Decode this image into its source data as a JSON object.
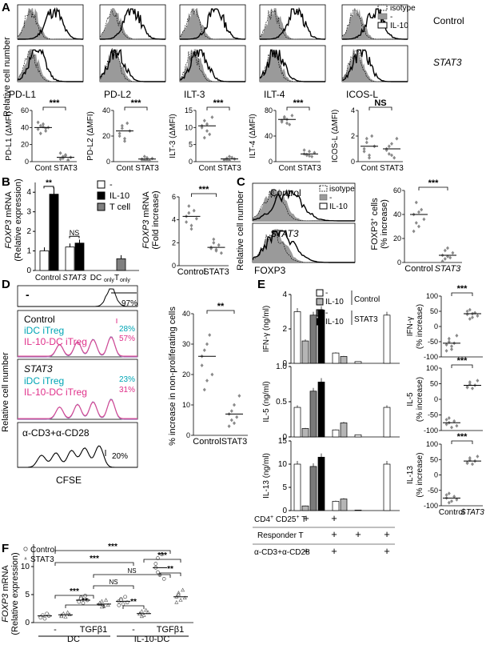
{
  "panels": {
    "A": {
      "letter": "A",
      "markers": [
        "PD-L1",
        "PD-L2",
        "ILT-3",
        "ILT-4",
        "ICOS-L"
      ],
      "y_axis": "Relative cell number",
      "row_labels": [
        "Control",
        "STAT3"
      ],
      "legend": [
        "isotype",
        "-",
        "IL-10"
      ],
      "scatter_ylabels": [
        "PD-L1 (ΔMFI)",
        "PD-L2 (ΔMFI)",
        "ILT-3 (ΔMFI)",
        "ILT-4 (ΔMFI)",
        "ICOS-L (ΔMFI)"
      ],
      "scatter_yticks": [
        [
          "0",
          "20",
          "40",
          "60"
        ],
        [
          "0",
          "20",
          "40"
        ],
        [
          "0",
          "5",
          "10",
          "15"
        ],
        [
          "0",
          "40",
          "80"
        ],
        [
          "0",
          "2",
          "4"
        ]
      ],
      "groups": [
        "Cont",
        "STAT3"
      ],
      "significance": [
        "***",
        "***",
        "***",
        "***",
        "NS"
      ]
    },
    "B": {
      "letter": "B",
      "bar_ylabel_gene": "FOXP3",
      "bar_ylabel_rest": "mRNA",
      "bar_ylabel2": "(Relative expression)",
      "bar_yticks": [
        "0",
        "1",
        "2",
        "3",
        "4"
      ],
      "legend": [
        "-",
        "IL-10",
        "T cell"
      ],
      "categories": [
        "Control",
        "STAT3",
        "DC",
        "only",
        "T",
        "only"
      ],
      "bar_significance": [
        "**",
        "NS"
      ],
      "dot_ylabel_gene": "FOXP3",
      "dot_ylabel_rest": "mRNA",
      "dot_ylabel2": "(Fold increase)",
      "dot_yticks": [
        "0",
        "2",
        "4",
        "6"
      ],
      "dot_groups": [
        "Control",
        "STAT3"
      ],
      "dot_significance": "***"
    },
    "C": {
      "letter": "C",
      "row_labels": [
        "Control",
        "STAT3"
      ],
      "legend": [
        "isotype",
        "-",
        "IL-10"
      ],
      "y_axis": "Relative cell number",
      "x_axis": "FOXP3",
      "dot_ylabel1": "FOXP3",
      "dot_ylabel1_sup": "+",
      "dot_ylabel1_tail": "cells",
      "dot_ylabel2": "(% increase)",
      "dot_yticks": [
        "0",
        "20",
        "40",
        "60"
      ],
      "dot_groups": [
        "Control",
        "STAT3"
      ],
      "dot_significance": "***"
    },
    "D": {
      "letter": "D",
      "rows": [
        "-",
        "Control",
        "STAT3",
        "α-CD3+α-CD28"
      ],
      "legend_a": "iDC iTreg",
      "legend_b": "IL-10-DC iTreg",
      "percents": [
        "97%",
        "28%",
        "57%",
        "23%",
        "31%",
        "20%"
      ],
      "y_axis": "Relative cell number",
      "x_axis": "CFSE",
      "dot_ylabel": "% increase in non-proliferating cells",
      "dot_yticks": [
        "0",
        "10",
        "20",
        "30",
        "40"
      ],
      "dot_groups": [
        "Control",
        "STAT3"
      ],
      "dot_significance": "**"
    },
    "E": {
      "letter": "E",
      "legend": [
        "-",
        "IL-10",
        "-",
        "IL-10"
      ],
      "legend_groups": [
        "Control",
        "STAT3"
      ],
      "cytokines": [
        "IFN-γ (ng/ml)",
        "IL-5 (ng/ml)",
        "IL-13 (ng/ml)"
      ],
      "yticks": [
        [
          "0",
          "2",
          "4"
        ],
        [
          "0",
          "0.5",
          "1.0"
        ],
        [
          "0",
          "5",
          "10",
          "15"
        ]
      ],
      "dot_ylabels": [
        "IFN-γ",
        "IL-5",
        "IL-13"
      ],
      "dot_ylabel2": "(% increase)",
      "dot_yticks": [
        "-100",
        "-50",
        "0",
        "50",
        "100"
      ],
      "dot_groups": [
        "Control",
        "STAT3"
      ],
      "dot_significance": [
        "***",
        "***",
        "***"
      ],
      "table_rows": [
        "CD4+ CD25+ T",
        "Responder T",
        "α-CD3+α-CD28"
      ],
      "table_row1_main": "CD4",
      "table_row1_sup": "+",
      "table_row1_rest": "CD25",
      "table_row1_sup2": "+",
      "table_row1_tail": "T",
      "plus": "+"
    },
    "F": {
      "letter": "F",
      "legend": [
        "Control",
        "STAT3"
      ],
      "ylabel_gene": "FOXP3",
      "ylabel_rest": "mRNA",
      "ylabel2": "(Relative expression)",
      "yticks": [
        "0",
        "5",
        "10"
      ],
      "x_labels": [
        "-",
        "TGFβ1",
        "-",
        "TGFβ1"
      ],
      "group_labels": [
        "DC",
        "IL-10-DC"
      ],
      "significance": [
        "***",
        "***",
        "***",
        "NS",
        "NS",
        "***",
        "**",
        "**",
        "**"
      ]
    }
  },
  "chart_data": [
    {
      "type": "scatter",
      "panel": "A",
      "ylabel": "PD-L1 (ΔMFI)",
      "categories": [
        "Cont",
        "STAT3"
      ],
      "ylim": [
        0,
        60
      ],
      "series": [
        {
          "name": "Cont",
          "values": [
            38,
            42,
            44,
            36,
            40,
            46,
            33,
            41,
            39
          ]
        },
        {
          "name": "STAT3",
          "values": [
            3,
            6,
            8,
            2,
            5,
            10,
            4,
            7,
            1
          ]
        }
      ]
    },
    {
      "type": "scatter",
      "panel": "A",
      "ylabel": "PD-L2 (ΔMFI)",
      "categories": [
        "Cont",
        "STAT3"
      ],
      "ylim": [
        0,
        40
      ],
      "series": [
        {
          "name": "Cont",
          "values": [
            22,
            26,
            18,
            30,
            24,
            20,
            28,
            16
          ]
        },
        {
          "name": "STAT3",
          "values": [
            2,
            1,
            3,
            0.5,
            2.5,
            1.5,
            4,
            1
          ]
        }
      ]
    },
    {
      "type": "scatter",
      "panel": "A",
      "ylabel": "ILT-3 (ΔMFI)",
      "categories": [
        "Cont",
        "STAT3"
      ],
      "ylim": [
        0,
        15
      ],
      "series": [
        {
          "name": "Cont",
          "values": [
            10,
            12,
            9,
            8,
            13,
            10.5,
            7,
            11
          ]
        },
        {
          "name": "STAT3",
          "values": [
            0.5,
            1,
            0.3,
            1.2,
            0.8,
            0.2,
            0.6,
            1.5
          ]
        }
      ]
    },
    {
      "type": "scatter",
      "panel": "A",
      "ylabel": "ILT-4 (ΔMFI)",
      "categories": [
        "Cont",
        "STAT3"
      ],
      "ylim": [
        0,
        80
      ],
      "series": [
        {
          "name": "Cont",
          "values": [
            62,
            70,
            66,
            58,
            72,
            64,
            68,
            60
          ]
        },
        {
          "name": "STAT3",
          "values": [
            12,
            10,
            16,
            8,
            14,
            18,
            11,
            9
          ]
        }
      ]
    },
    {
      "type": "scatter",
      "panel": "A",
      "ylabel": "ICOS-L (ΔMFI)",
      "categories": [
        "Cont",
        "STAT3"
      ],
      "ylim": [
        0,
        4
      ],
      "series": [
        {
          "name": "Cont",
          "values": [
            1,
            1.5,
            0.5,
            2,
            1.2,
            0.8,
            1.8,
            0.3
          ]
        },
        {
          "name": "STAT3",
          "values": [
            1,
            0.6,
            1.4,
            0.3,
            1.8,
            0.9,
            1.2,
            0.5
          ]
        }
      ]
    },
    {
      "type": "bar",
      "panel": "B",
      "ylim": [
        0,
        4.5
      ],
      "categories": [
        "Control",
        "STAT3",
        "DC only",
        "T only"
      ],
      "series": [
        {
          "name": "-",
          "values": [
            1.0,
            1.2,
            0,
            0
          ]
        },
        {
          "name": "IL-10",
          "values": [
            3.9,
            1.4,
            0,
            0
          ]
        },
        {
          "name": "T cell",
          "values": [
            0,
            0,
            0,
            0.6
          ]
        }
      ]
    },
    {
      "type": "scatter",
      "panel": "B",
      "categories": [
        "Control",
        "STAT3"
      ],
      "ylim": [
        0,
        6
      ],
      "series": [
        {
          "name": "Control",
          "values": [
            4.3,
            5.2,
            3.5,
            4.8,
            4.1,
            3.8,
            4.6,
            3.2
          ]
        },
        {
          "name": "STAT3",
          "values": [
            1.6,
            2.0,
            1.3,
            1.8,
            1.1,
            1.5,
            2.3,
            1.4
          ]
        }
      ]
    },
    {
      "type": "scatter",
      "panel": "C",
      "categories": [
        "Control",
        "STAT3"
      ],
      "ylim": [
        0,
        60
      ],
      "series": [
        {
          "name": "Control",
          "values": [
            40,
            50,
            30,
            44,
            36,
            26,
            33,
            42
          ]
        },
        {
          "name": "STAT3",
          "values": [
            6,
            3,
            12,
            4,
            8,
            1,
            10,
            5
          ]
        }
      ]
    },
    {
      "type": "scatter",
      "panel": "D",
      "categories": [
        "Control",
        "STAT3"
      ],
      "ylim": [
        0,
        40
      ],
      "series": [
        {
          "name": "Control",
          "values": [
            23,
            28,
            18,
            33,
            20,
            26,
            15,
            30
          ]
        },
        {
          "name": "STAT3",
          "values": [
            7,
            5,
            10,
            6,
            13,
            3,
            8,
            4
          ]
        }
      ]
    },
    {
      "type": "bar",
      "panel": "E",
      "ylabel": "IFN-γ (ng/ml)",
      "ylim": [
        0,
        4
      ],
      "categories": [
        "Control -",
        "Control IL-10",
        "STAT3 -",
        "STAT3 IL-10",
        "Responder -",
        "Responder IL-10",
        "Responder only",
        "α-CD3+α-CD28"
      ],
      "values": [
        3.0,
        1.3,
        2.8,
        3.1,
        0.6,
        0.4,
        0.1,
        2.8
      ]
    },
    {
      "type": "bar",
      "panel": "E",
      "ylabel": "IL-5 (ng/ml)",
      "ylim": [
        0,
        1.0
      ],
      "categories": [
        "Control -",
        "Control IL-10",
        "STAT3 -",
        "STAT3 IL-10",
        "Responder -",
        "Responder IL-10",
        "Responder only",
        "α-CD3+α-CD28"
      ],
      "values": [
        0.42,
        0.12,
        0.65,
        0.78,
        0.1,
        0.2,
        0.03,
        0.42
      ]
    },
    {
      "type": "bar",
      "panel": "E",
      "ylabel": "IL-13 (ng/ml)",
      "ylim": [
        0,
        15
      ],
      "categories": [
        "Control -",
        "Control IL-10",
        "STAT3 -",
        "STAT3 IL-10",
        "Responder -",
        "Responder IL-10",
        "Responder only",
        "α-CD3+α-CD28"
      ],
      "values": [
        10,
        1,
        9.5,
        11.5,
        2.0,
        2.5,
        0.1,
        10
      ]
    },
    {
      "type": "scatter",
      "panel": "E",
      "ylabel": "IFN-γ (% increase)",
      "categories": [
        "Control",
        "STAT3"
      ],
      "ylim": [
        -100,
        100
      ],
      "series": [
        {
          "name": "Control",
          "values": [
            -60,
            -40,
            -75,
            -55,
            -30,
            -80,
            -50,
            -65
          ]
        },
        {
          "name": "STAT3",
          "values": [
            40,
            55,
            30,
            45,
            35,
            50,
            25,
            42
          ]
        }
      ]
    },
    {
      "type": "scatter",
      "panel": "E",
      "ylabel": "IL-5 (% increase)",
      "categories": [
        "Control",
        "STAT3"
      ],
      "ylim": [
        -100,
        100
      ],
      "series": [
        {
          "name": "Control",
          "values": [
            -80,
            -60,
            -90,
            -70,
            -85,
            -65,
            -75
          ]
        },
        {
          "name": "STAT3",
          "values": [
            40,
            55,
            35,
            45,
            60,
            38,
            48
          ]
        }
      ]
    },
    {
      "type": "scatter",
      "panel": "E",
      "ylabel": "IL-13 (% increase)",
      "categories": [
        "Control",
        "STAT3"
      ],
      "ylim": [
        -100,
        100
      ],
      "series": [
        {
          "name": "Control",
          "values": [
            -75,
            -60,
            -85,
            -70,
            -80,
            -65,
            -90
          ]
        },
        {
          "name": "STAT3",
          "values": [
            40,
            55,
            35,
            45,
            60,
            38,
            48
          ]
        }
      ]
    },
    {
      "type": "scatter",
      "panel": "F",
      "ylabel": "FOXP3 mRNA (Relative expression)",
      "ylim": [
        0,
        14
      ],
      "categories": [
        "DC -",
        "DC TGFβ1",
        "IL-10-DC -",
        "IL-10-DC TGFβ1"
      ],
      "series": [
        {
          "name": "Control",
          "values": [
            [
              1.0,
              1.3,
              0.7,
              1.6,
              1.2,
              0.9
            ],
            [
              3.9,
              4.5,
              3.5,
              4.8,
              4.0,
              3.7,
              4.3
            ],
            [
              3.8,
              4.2,
              3.3,
              4.6,
              3.6,
              3.1,
              4.0
            ],
            [
              9.8,
              11.5,
              8.5,
              12.2,
              7.8,
              10.5,
              9.0
            ]
          ]
        },
        {
          "name": "STAT3",
          "values": [
            [
              1.3,
              1.6,
              1.0,
              1.8,
              1.4,
              1.1
            ],
            [
              3.3,
              3.8,
              2.9,
              4.0,
              3.1,
              3.5,
              2.8
            ],
            [
              1.6,
              2.0,
              1.3,
              2.2,
              1.8,
              1.5,
              1.1
            ],
            [
              4.6,
              5.3,
              4.0,
              5.8,
              4.4,
              3.6,
              5.0
            ]
          ]
        }
      ]
    }
  ]
}
